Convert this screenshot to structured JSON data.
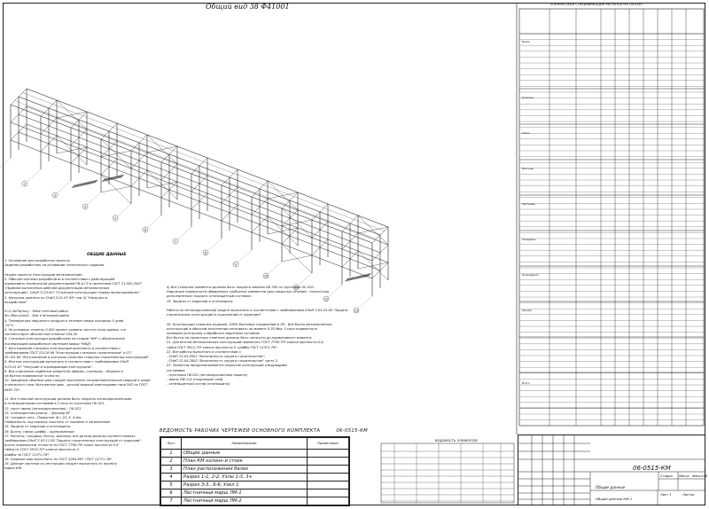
{
  "header": {
    "title": "Общий вид 38 Ф41001",
    "spec_title": "ТЕХНИЧЕСКАЯ СПЕЦИФИКАЦИЯ МЕТАЛЛА НА ОБЪЕКТ"
  },
  "notes": {
    "title": "ОБЩИЕ ДАННЫЕ",
    "left_column": [
      "1. Основание для разработки проекта:",
      "Задание разработано на основании технического задания.",
      "",
      "Раздел проекта: Конструкции металлические.",
      "2. Рабочие чертежи разработаны в соответствии с действующей",
      "нормативно-технической документацией РФ и ГЭ и проектами ГОСТ 21.502-2007",
      "«Правила выполнения рабочей документации металлических",
      "конструкций», СНиП П-23-81* \"Стальные конструкции. Нормы проектирования\"",
      "3. Нагрузки приняты по СНиП 2.01.07-85* том 3) \"Нагрузки и",
      "воздействия\"",
      "",
      "S=2,4кПа(пол) - ЗемV снеговой район",
      "W=38кгс/пол2 - Зем V ветровой район",
      "4. Температура наружного воздуха в течение самых холодных 5 дней",
      "-31°С.",
      "5. За условную отметку 0.000 принят уровень чистого пола здания, что",
      "соответствует абсолютной отметке 184.20",
      "6. Стальные конструкции разработаны на стадии \"КМ\" с обязательной",
      "последующей разработкой чертежей марки \"КМД\".",
      "7. Изготовление стальных конструкций выполнить в соответствии с",
      "требованиями ГОСТ 23118-99 \"Конструкции стальные строительные\" и СП",
      "53-101-98 \"Изготовление и контроль качества стальных строительных конструкций\".",
      "8. Монтаж конструкций выполнить в соответствии с требованиями СНиП",
      "3.03.01-87 \"Несущие и ограждающие конструкции\".",
      "9. Все отдельные подбитые элементов (фермы, стропилы - сборные и",
      "на болтах нормальной точности.",
      "10. Заводские сборные швы следует выполнять полуавтоматической сваркой в среде",
      "углекислого газа. Монтажные швы - ручной сваркой электродами типа Э42 по ГОСТ",
      "9467-75*.",
      "",
      "11. Все стальные конструкции должны быть покрыты антикоррозионными",
      "и огнезащитными составами в 2 слоя по грунтовке ГФ-021.",
      "12. грунт эмаль (антикоррозионная) - ГФ-021",
      "13. огнезащитная краска - \"Джокер-М\"",
      "14. толщина слоя - Покрытие: Ф= 24, 9, 4 мм.",
      "Поверхность под окраску очистить от окалины и загрязнений.",
      "15. Защиты от коррозии и огнезащиты.",
      "16. Болты, гайки, шайбы - оцинкованные.",
      "17. Расчеты, толщины, болты, фасонки, все детали должны соответствовать",
      "требованиям СНиП 2.03.11-85 \"Защита строительных конструкций от коррозии\".",
      "Болты нормальной точности по ГОСТ 7798-70* класс прочности 5.8",
      "Гайки по ГОСТ 5915-70* класса прочности 5.",
      "Шайбы по ГОСТ 11371-78*",
      "18. Сварные швы выполнить по ГОСТ 5264-80*, ГОСТ 14771-76*.",
      "19. Данные чертежи по лестницам следует выполнять по проекту",
      "марки КЖ."
    ],
    "right_column": [
      "4) Все стальные элементы должны быть покрыты эмалью ХВ-785 по грунтовке ХС-010.",
      "Наружные поверхности обваренных трубчатых элементов (для закрытых сечений - полностью)",
      "дополнительно покрыть огнезащитным составом.",
      "19. Защиты от коррозии и огнезащиты.",
      "",
      "Работы по антикоррозионной защите выполнять в соответствии с требованиями СНиП 3.04.03-85 \"Защита",
      "строительных конструкций и сооружений от коррозии\".",
      "",
      "20. Конструкции стальных изделий, 100% болтовых соединений и ЭЭ - Все болты металлических",
      "конструкций в обычном исполнении затягивать на момент 0.35 Мкр. Стыки подвергнуть",
      "проверке (контролю) и обработке защитным составом.",
      "Все болты на проектных отметках должны быть затянуты до нормативного момента.",
      "21. Для болтов металлических конструкций применять ГОСТ 7798-70* класса прочности 5.8,",
      "гайки ГОСТ 5915-70* класса прочности 5, шайбы ГОСТ 11371-78*.",
      "22. Все работы выполнять в соответствии с:",
      "- СНиП 12-03-2001 \"Безопасность труда в строительстве\";",
      "- СНиП 12-04-2002 \"Безопасность труда в строительстве\" часть 2.",
      "23. Проектом предусматривается покрытие конструкций следующими",
      "составами:",
      "- грунтовка ГФ-021 (антикоррозионная защита)",
      "- эмаль ПФ-115 (покровный слой)",
      "- огнезащитный состав (огнезащита)"
    ]
  },
  "vedomost": {
    "title": "ВЕДОМОСТЬ РАБОЧИХ ЧЕРТЕЖЕЙ ОСНОВНОГО КОМПЛЕКТА",
    "code": "06-0515-КМ",
    "headers": [
      "Лист",
      "Наименование",
      "Примечание"
    ],
    "rows": [
      {
        "n": "1",
        "name": "Общие данные"
      },
      {
        "n": "2",
        "name": "План КМ колонн и стоек"
      },
      {
        "n": "3",
        "name": "План расположения балок"
      },
      {
        "n": "4",
        "name": "Разрез 1-1, 2-2, Узлы 1-3, 3+"
      },
      {
        "n": "5",
        "name": "Разрез 3-3...6-6, Узел 1"
      },
      {
        "n": "6",
        "name": "Лестничный марш ЛМ-1"
      },
      {
        "n": "7",
        "name": "Лестничный марш ЛМ-2"
      }
    ]
  },
  "elements": {
    "title": "ВЕДОМОСТЬ ЭЛЕМЕНТОВ"
  },
  "stamp": {
    "code": "06-0515-КМ",
    "name": "Общие данные",
    "sheet_name": "Общие данные КМ-1",
    "cols": [
      "Стадия",
      "Масса",
      "Масштаб"
    ],
    "sheet_label": "Лист 1",
    "sheets_label": "Листов"
  },
  "spec": {
    "rows": [
      "Балки",
      "Колонны",
      "Связи",
      "Прогоны",
      "Лестницы",
      "Площадки",
      "Ограждения",
      "Прочие",
      "Итого"
    ]
  },
  "axes": [
    "1",
    "2",
    "3",
    "4",
    "5",
    "6",
    "7",
    "8",
    "9",
    "10",
    "11",
    "12",
    "13"
  ],
  "colors": {
    "line": "#222222",
    "grid": "#888888"
  }
}
